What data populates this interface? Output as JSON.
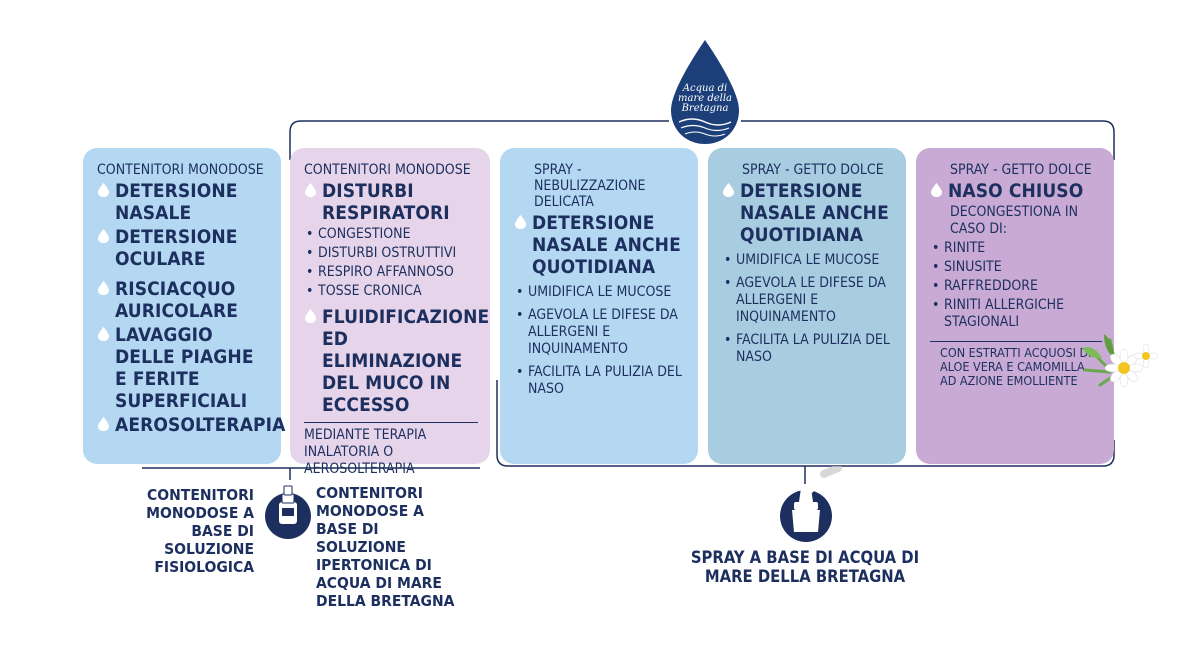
{
  "logo": {
    "text": "Acqua di mare della Bretagna"
  },
  "cards": [
    {
      "category": "CONTENITORI MONODOSE",
      "headings": [
        "DETERSIONE NASALE",
        "DETERSIONE OCULARE",
        "RISCIACQUO AURICOLARE",
        "LAVAGGIO DELLE PIAGHE E FERITE SUPERFICIALI",
        "AEROSOLTERAPIA"
      ]
    },
    {
      "category": "CONTENITORI MONODOSE",
      "heading1": "DISTURBI RESPIRATORI",
      "items": [
        "CONGESTIONE",
        "DISTURBI OSTRUTTIVI",
        "RESPIRO AFFANNOSO",
        "TOSSE CRONICA"
      ],
      "heading2": "FLUIDIFICAZIONE ED ELIMINAZIONE DEL MUCO IN ECCESSO",
      "note": "MEDIANTE TERAPIA INALATORIA O AEROSOLTERAPIA"
    },
    {
      "category": "SPRAY - NEBULIZZAZIONE DELICATA",
      "heading": "DETERSIONE NASALE ANCHE QUOTIDIANA",
      "items": [
        "UMIDIFICA LE MUCOSE",
        "AGEVOLA LE DIFESE DA ALLERGENI E INQUINAMENTO",
        "FACILITA LA PULIZIA DEL NASO"
      ]
    },
    {
      "category": "SPRAY - GETTO DOLCE",
      "heading": "DETERSIONE NASALE ANCHE QUOTIDIANA",
      "items": [
        "UMIDIFICA LE MUCOSE",
        "AGEVOLA LE DIFESE DA ALLERGENI E INQUINAMENTO",
        "FACILITA LA PULIZIA DEL NASO"
      ]
    },
    {
      "category": "SPRAY - GETTO DOLCE",
      "heading": "NASO CHIUSO",
      "intro": "DECONGESTIONA IN CASO DI:",
      "items": [
        "RINITE",
        "SINUSITE",
        "RAFFREDDORE",
        "RINITI ALLERGICHE STAGIONALI"
      ],
      "note": "CON ESTRATTI ACQUOSI DI ALOE VERA E CAMOMILLA AD AZIONE EMOLLIENTE"
    }
  ],
  "bottom": {
    "left_label": "CONTENITORI MONODOSE A BASE DI SOLUZIONE FISIOLOGICA",
    "middle_label": "CONTENITORI MONODOSE A BASE DI SOLUZIONE IPERTONICA DI ACQUA DI MARE DELLA BRETAGNA",
    "right_label": "SPRAY A BASE DI ACQUA DI MARE DELLA BRETAGNA"
  },
  "colors": {
    "navy": "#1c2f5e",
    "light_blue": "#b5d8f2",
    "pink": "#e6d4ea",
    "teal_blue": "#a9cde0",
    "lilac": "#c8aad4"
  }
}
